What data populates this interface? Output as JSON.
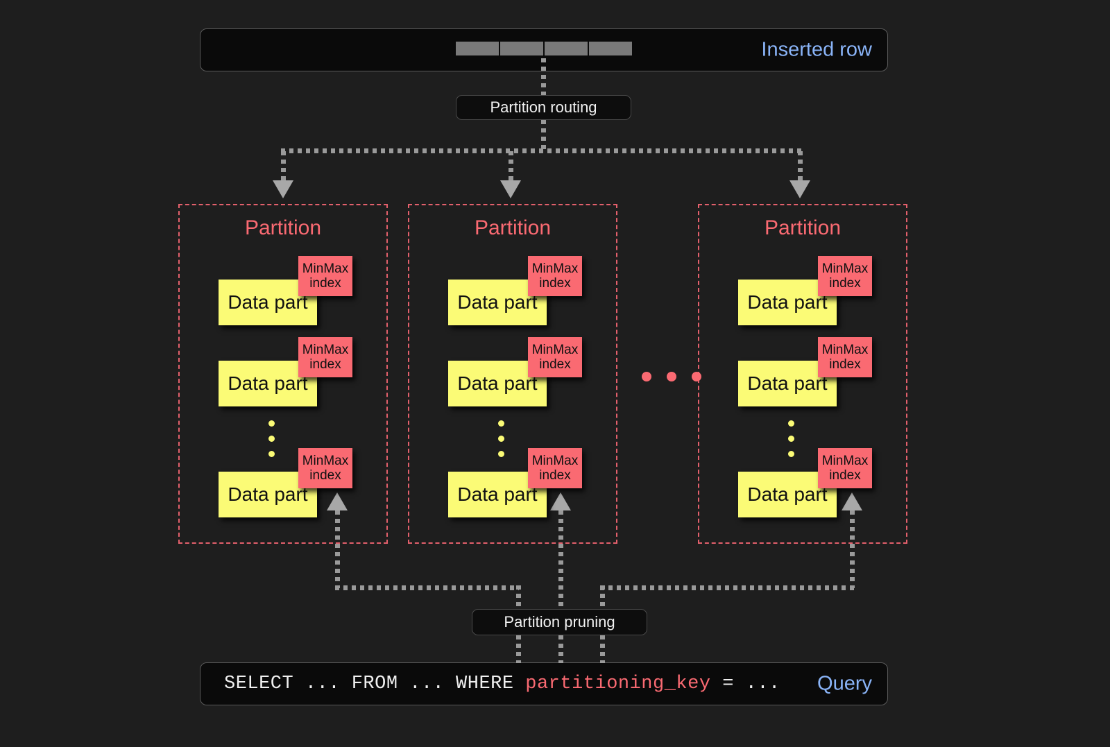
{
  "top_bar": {
    "label": "Inserted row",
    "label_color": "#8ab4f8",
    "cells": [
      "",
      "",
      "",
      ""
    ]
  },
  "routing": {
    "label": "Partition routing"
  },
  "pruning": {
    "label": "Partition pruning"
  },
  "partitions": [
    {
      "title": "Partition",
      "parts": [
        {
          "data_part_label": "Data part",
          "index_line1": "MinMax",
          "index_line2": "index"
        },
        {
          "data_part_label": "Data part",
          "index_line1": "MinMax",
          "index_line2": "index"
        },
        {
          "data_part_label": "Data part",
          "index_line1": "MinMax",
          "index_line2": "index"
        }
      ]
    },
    {
      "title": "Partition",
      "parts": [
        {
          "data_part_label": "Data part",
          "index_line1": "MinMax",
          "index_line2": "index"
        },
        {
          "data_part_label": "Data part",
          "index_line1": "MinMax",
          "index_line2": "index"
        },
        {
          "data_part_label": "Data part",
          "index_line1": "MinMax",
          "index_line2": "index"
        }
      ]
    },
    {
      "title": "Partition",
      "parts": [
        {
          "data_part_label": "Data part",
          "index_line1": "MinMax",
          "index_line2": "index"
        },
        {
          "data_part_label": "Data part",
          "index_line1": "MinMax",
          "index_line2": "index"
        },
        {
          "data_part_label": "Data part",
          "index_line1": "MinMax",
          "index_line2": "index"
        }
      ]
    }
  ],
  "query_bar": {
    "label": "Query",
    "label_color": "#8ab4f8",
    "sql_prefix": "SELECT ... FROM ... WHERE ",
    "sql_keyword": "partitioning_key",
    "sql_suffix": " = ..."
  },
  "colors": {
    "background": "#1e1e1e",
    "bar_background": "#0a0a0a",
    "accent_red": "#fa6a72",
    "accent_yellow": "#fbfb76",
    "accent_blue": "#8ab4f8",
    "connector_gray": "#9a9a9a",
    "cell_gray": "#7a7a7a"
  }
}
